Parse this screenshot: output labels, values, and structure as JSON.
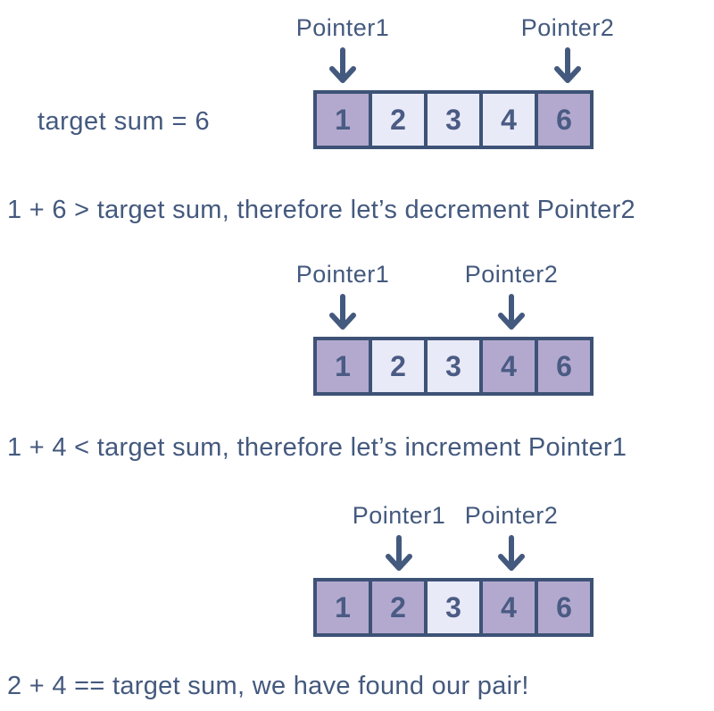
{
  "colors": {
    "background": "#ffffff",
    "text_navy": "#44597e",
    "cell_border": "#3d5276",
    "cell_highlight_fill": "#b3a9ce",
    "cell_light_fill": "#e9eaf7"
  },
  "icons": {
    "down_arrow": "down-arrow"
  },
  "target_label": "target sum = 6",
  "array_values": [
    "1",
    "2",
    "3",
    "4",
    "6"
  ],
  "steps": [
    {
      "pointer1": {
        "label": "Pointer1",
        "cell_index": 0
      },
      "pointer2": {
        "label": "Pointer2",
        "cell_index": 4
      },
      "cells": [
        {
          "value": "1",
          "highlight": true
        },
        {
          "value": "2",
          "highlight": false
        },
        {
          "value": "3",
          "highlight": false
        },
        {
          "value": "4",
          "highlight": false
        },
        {
          "value": "6",
          "highlight": true
        }
      ],
      "caption": "1 + 6 > target sum, therefore let’s decrement Pointer2"
    },
    {
      "pointer1": {
        "label": "Pointer1",
        "cell_index": 0
      },
      "pointer2": {
        "label": "Pointer2",
        "cell_index": 3
      },
      "cells": [
        {
          "value": "1",
          "highlight": true
        },
        {
          "value": "2",
          "highlight": false
        },
        {
          "value": "3",
          "highlight": false
        },
        {
          "value": "4",
          "highlight": true
        },
        {
          "value": "6",
          "highlight": true
        }
      ],
      "caption": "1 + 4 < target sum, therefore let’s increment Pointer1"
    },
    {
      "pointer1": {
        "label": "Pointer1",
        "cell_index": 1
      },
      "pointer2": {
        "label": "Pointer2",
        "cell_index": 3
      },
      "cells": [
        {
          "value": "1",
          "highlight": true
        },
        {
          "value": "2",
          "highlight": true
        },
        {
          "value": "3",
          "highlight": false
        },
        {
          "value": "4",
          "highlight": true
        },
        {
          "value": "6",
          "highlight": true
        }
      ],
      "caption": "2 + 4 == target sum, we have found our pair!"
    }
  ]
}
